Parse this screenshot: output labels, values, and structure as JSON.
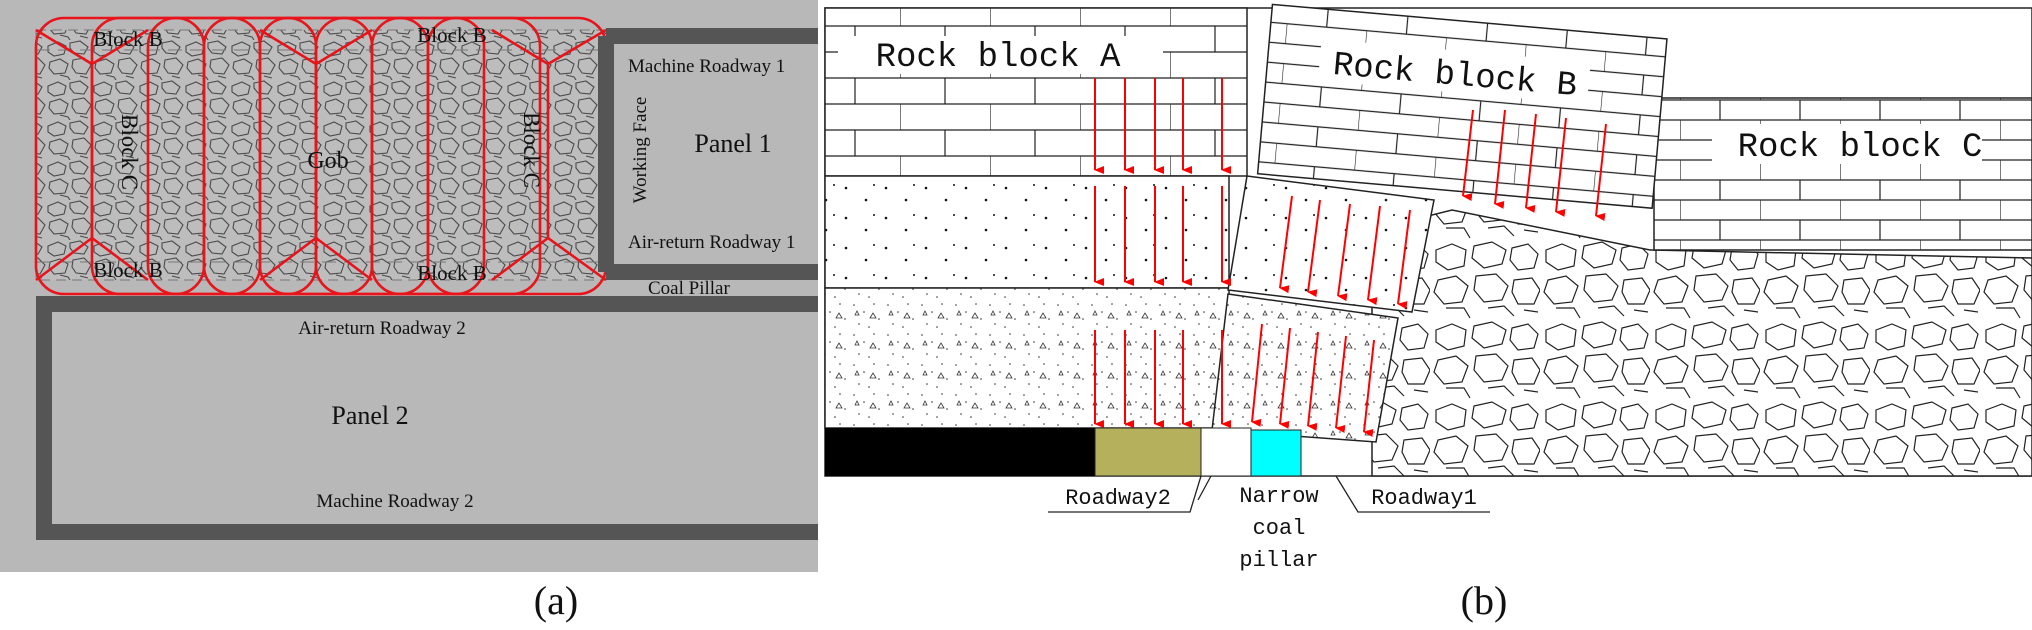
{
  "panel_a": {
    "caption": "(a)",
    "labels": {
      "block_b_top_left": "Block B",
      "block_b_top_right": "Block B",
      "block_b_bottom_left": "Block B",
      "block_b_bottom_right": "Block B",
      "block_c_left": "Block C",
      "block_c_right": "Block C",
      "gob": "Gob",
      "machine_roadway_1": "Machine Roadway 1",
      "working_face": "Working Face",
      "panel_1": "Panel 1",
      "air_return_roadway_1": "Air-return Roadway 1",
      "coal_pillar": "Coal Pillar",
      "air_return_roadway_2": "Air-return Roadway 2",
      "panel_2": "Panel 2",
      "machine_roadway_2": "Machine Roadway 2"
    },
    "colors": {
      "background": "#b8b8b8",
      "roadway": "#555555",
      "block_outline": "#e8141b"
    }
  },
  "panel_b": {
    "caption": "(b)",
    "labels": {
      "rock_block_a": "Rock block A",
      "rock_block_b": "Rock block B",
      "rock_block_c": "Rock block C",
      "roadway2": "Roadway2",
      "narrow_coal_pillar_line1": "Narrow",
      "narrow_coal_pillar_line2": "coal",
      "narrow_coal_pillar_line3": "pillar",
      "roadway1": "Roadway1"
    },
    "colors": {
      "coal_seam": "#000000",
      "roadway2_fill": "#b5b05c",
      "roadway1_fill": "#00ffff",
      "arrows": "#ff0000"
    }
  }
}
